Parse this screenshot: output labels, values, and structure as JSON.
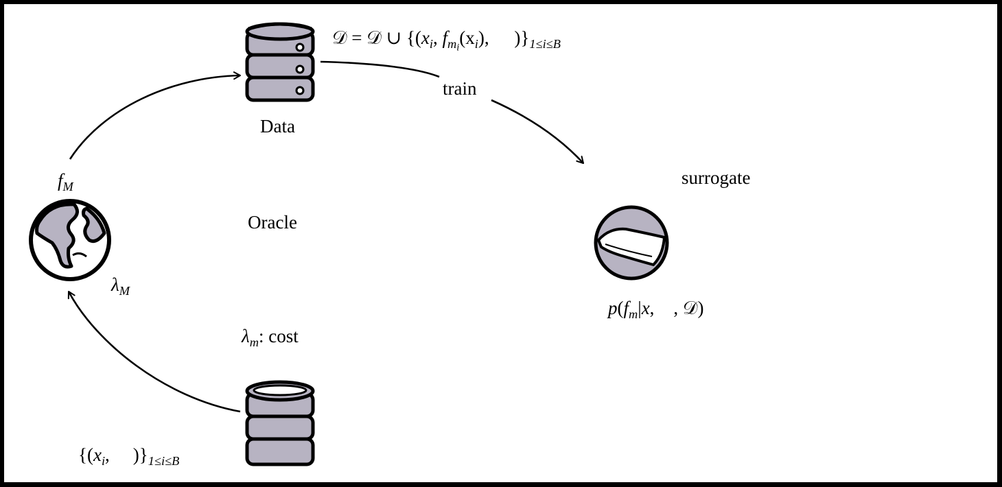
{
  "nodes": {
    "data": {
      "label": "Data",
      "update_rule": {
        "lhs": "𝒟",
        "eq": "=",
        "rhs_set": "𝒟",
        "union": "∪",
        "open": "{(",
        "x": "x",
        "x_sub": "i",
        "comma1": ",",
        "f": "f",
        "f_sub": "m",
        "f_subsub": "i",
        "arg": "(x",
        "arg_sub": "i",
        "arg_close": "),",
        "close": ")}",
        "range": "1≤i≤B"
      }
    },
    "oracle": {
      "label": "Oracle"
    },
    "surrogate": {
      "label": "surrogate"
    },
    "query_batch": {
      "open": "{(",
      "x": "x",
      "x_sub": "i",
      "comma": ",",
      "close": ")}",
      "range": "1≤i≤B"
    }
  },
  "edges": {
    "train": {
      "label": "train"
    },
    "fidelity_output": {
      "symbol": "f",
      "sub": "M"
    },
    "fidelity_cost": {
      "symbol": "λ",
      "sub": "M"
    },
    "cost": {
      "symbol": "λ",
      "sub": "m",
      "text": ": cost"
    }
  },
  "posterior": {
    "p": "p",
    "open": "(",
    "f": "f",
    "f_sub": "m",
    "bar": "|",
    "x": "x",
    "comma1": ",",
    "comma2": ",",
    "D": "𝒟",
    "close": ")"
  },
  "colors": {
    "icon_fill": "#b7b3c2",
    "stroke": "#000000",
    "background": "#ffffff"
  },
  "icons": [
    "database-icon",
    "globe-icon",
    "ball-icon"
  ]
}
